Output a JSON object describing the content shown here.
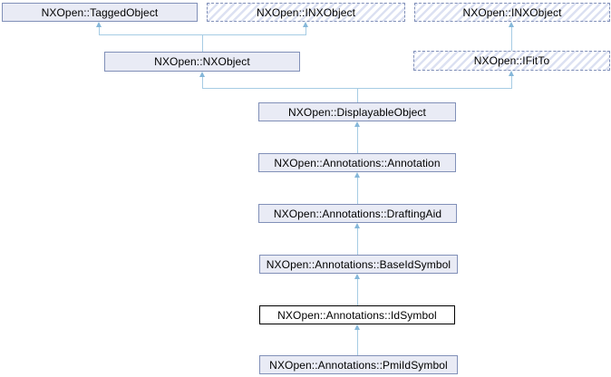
{
  "diagram": {
    "type": "class-inheritance-graph",
    "current_class": "NXOpen::Annotations::IdSymbol",
    "colors": {
      "background": "#ffffff",
      "node_fill": "#e9ebf5",
      "node_border": "#8190b8",
      "interface_hatch": "#dce1f2",
      "current_node_fill": "#ffffff",
      "current_node_border": "#000000",
      "edge_line": "#a6cce4",
      "edge_arrow": "#85b7d9",
      "text": "#000000"
    },
    "nodes": [
      {
        "id": "tagged-object",
        "label": "NXOpen::TaggedObject",
        "style": "solid"
      },
      {
        "id": "inx-object-top",
        "label": "NXOpen::INXObject",
        "style": "interface"
      },
      {
        "id": "inx-object-right",
        "label": "NXOpen::INXObject",
        "style": "interface"
      },
      {
        "id": "nx-object",
        "label": "NXOpen::NXObject",
        "style": "solid"
      },
      {
        "id": "ifitto",
        "label": "NXOpen::IFitTo",
        "style": "interface"
      },
      {
        "id": "displayable-object",
        "label": "NXOpen::DisplayableObject",
        "style": "solid"
      },
      {
        "id": "annotation",
        "label": "NXOpen::Annotations::Annotation",
        "style": "solid"
      },
      {
        "id": "drafting-aid",
        "label": "NXOpen::Annotations::DraftingAid",
        "style": "solid"
      },
      {
        "id": "base-id-symbol",
        "label": "NXOpen::Annotations::BaseIdSymbol",
        "style": "solid"
      },
      {
        "id": "id-symbol",
        "label": "NXOpen::Annotations::IdSymbol",
        "style": "current"
      },
      {
        "id": "pmi-id-symbol",
        "label": "NXOpen::Annotations::PmiIdSymbol",
        "style": "solid"
      }
    ],
    "edges": [
      {
        "from": "nx-object",
        "to": "tagged-object"
      },
      {
        "from": "nx-object",
        "to": "inx-object-top"
      },
      {
        "from": "ifitto",
        "to": "inx-object-right"
      },
      {
        "from": "displayable-object",
        "to": "nx-object"
      },
      {
        "from": "displayable-object",
        "to": "ifitto"
      },
      {
        "from": "annotation",
        "to": "displayable-object"
      },
      {
        "from": "drafting-aid",
        "to": "annotation"
      },
      {
        "from": "base-id-symbol",
        "to": "drafting-aid"
      },
      {
        "from": "id-symbol",
        "to": "base-id-symbol"
      },
      {
        "from": "pmi-id-symbol",
        "to": "id-symbol"
      }
    ]
  }
}
